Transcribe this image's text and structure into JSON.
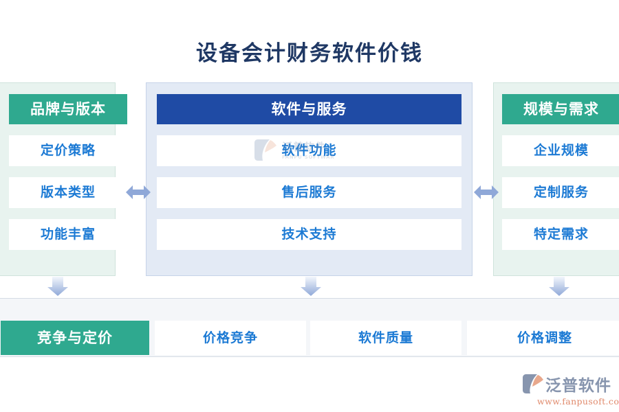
{
  "page": {
    "title": "设备会计财务软件价钱",
    "background_color": "#FFFFFF",
    "title_color": "#1F3864"
  },
  "colors": {
    "teal": "#2FA98F",
    "blue": "#1F4BA5",
    "item_text_blue": "#1C7AD4",
    "side_panel_bg": "#E8F3EF",
    "center_panel_bg": "#E3EAF5",
    "bottom_band_bg": "#F4F6F9",
    "arrow_blue": "#8FA8D8",
    "logo_orange": "#E0896B",
    "logo_gray": "#8795AE"
  },
  "columns": [
    {
      "id": "brand-version",
      "header": "品牌与版本",
      "header_style": "teal",
      "items": [
        {
          "label": "定价策略"
        },
        {
          "label": "版本类型"
        },
        {
          "label": "功能丰富"
        }
      ]
    },
    {
      "id": "software-service",
      "header": "软件与服务",
      "header_style": "blue",
      "items": [
        {
          "label": "软件功能"
        },
        {
          "label": "售后服务"
        },
        {
          "label": "技术支持"
        }
      ]
    },
    {
      "id": "scale-demand",
      "header": "规模与需求",
      "header_style": "teal",
      "items": [
        {
          "label": "企业规模"
        },
        {
          "label": "定制服务"
        },
        {
          "label": "特定需求"
        }
      ]
    }
  ],
  "arrows": {
    "horizontal": [
      {
        "id": "left-center",
        "direction": "double-horizontal"
      },
      {
        "id": "center-right",
        "direction": "double-horizontal"
      }
    ],
    "vertical": [
      {
        "id": "down-left",
        "direction": "down"
      },
      {
        "id": "down-center",
        "direction": "down"
      },
      {
        "id": "down-right",
        "direction": "down"
      }
    ]
  },
  "bottom_row": {
    "header": "竞争与定价",
    "items": [
      {
        "label": "价格竞争"
      },
      {
        "label": "软件质量"
      },
      {
        "label": "价格调整"
      }
    ]
  },
  "watermark": {
    "name": "泛普软件",
    "subtitle": "FANPU SOFTWARE"
  },
  "logo": {
    "name": "泛普软件",
    "url": "www.fanpusoft.com"
  }
}
